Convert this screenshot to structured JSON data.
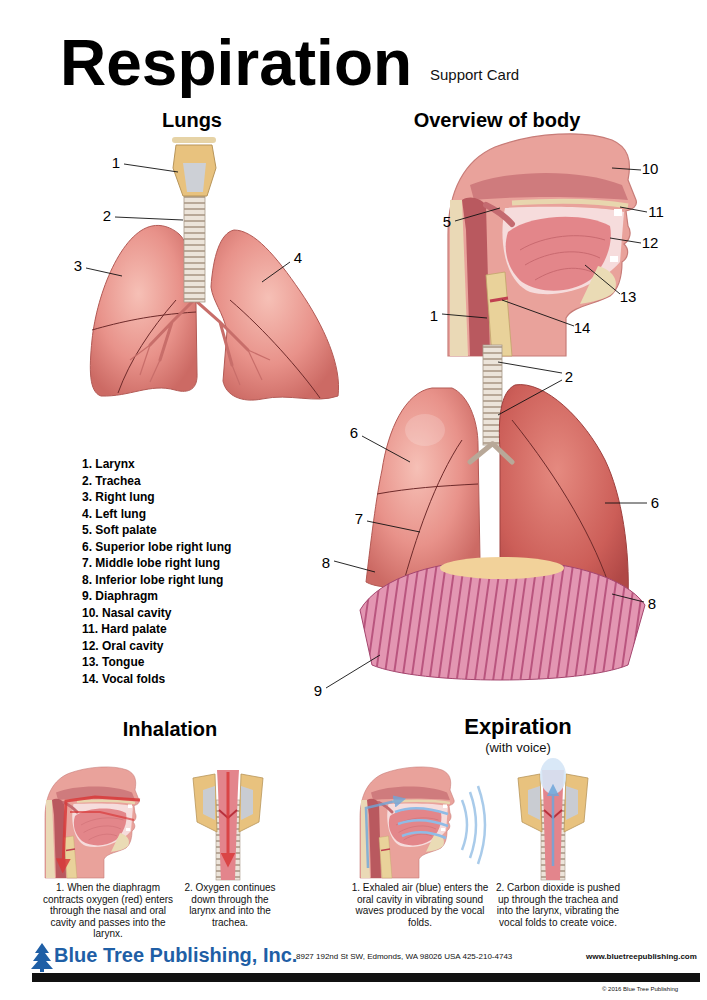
{
  "diagram": {
    "title": "Respiration",
    "labels": [
      "Support Card",
      "Lungs",
      "Overview of body",
      "1",
      "2",
      "3",
      "4",
      "10",
      "5",
      "11",
      "12",
      "13",
      "1",
      "14",
      "2",
      "6",
      "7",
      "6",
      "8",
      "8",
      "9",
      "1. Larynx",
      "2. Trachea",
      "3. Right lung",
      "4. Left lung",
      "5. Soft palate",
      "6. Superior lobe right lung",
      "7. Middle lobe right lung",
      "8. Inferior lobe right lung",
      "9. Diaphragm",
      "10. Nasal cavity",
      "11. Hard palate",
      "12. Oral cavity",
      "13. Tongue",
      "14. Vocal folds",
      "Inhalation",
      "Expiration",
      "(with voice)",
      "1. When the diaphragm contracts oxygen (red) enters through the nasal and oral cavity and passes into the larynx.",
      "2. Oxygen continues down through the larynx and into the trachea.",
      "1. Exhaled air (blue) enters the oral cavity in vibrating sound waves produced by the vocal folds.",
      "2. Carbon dioxide is pushed up through the trachea and into the larynx, vibrating the vocal folds to create voice.",
      "Blue Tree Publishing, Inc.",
      "8927 192nd St SW, Edmonds, WA 98026 USA 425-210-4743",
      "www.bluetreepublishing.com",
      "© 2016 Blue Tree Publishing"
    ]
  }
}
